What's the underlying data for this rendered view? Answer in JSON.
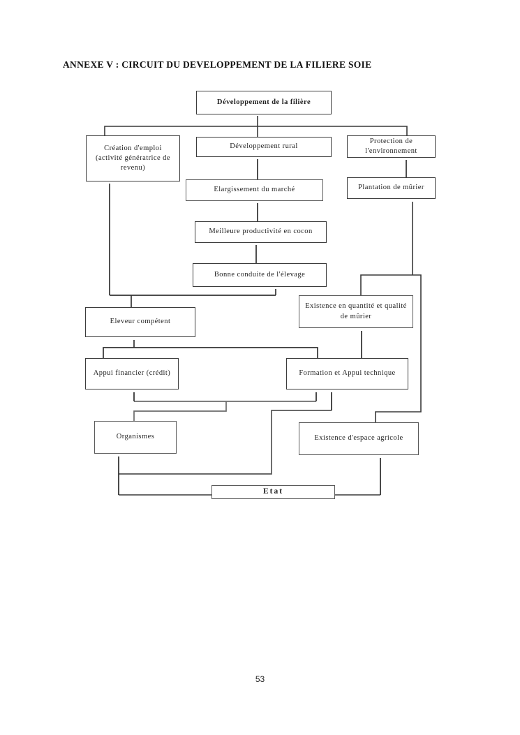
{
  "page": {
    "title": "ANNEXE V : CIRCUIT DU DEVELOPPEMENT DE LA FILIERE SOIE",
    "page_number": "53"
  },
  "nodes": {
    "dev_filiere": {
      "label": "Développement de la filière"
    },
    "creation_emploi": {
      "label": "Création d'emploi (activité génératrice de revenu)"
    },
    "dev_rural": {
      "label": "Développement rural"
    },
    "protection_env": {
      "label": "Protection de l'environnement"
    },
    "elargissement": {
      "label": "Elargissement du marché"
    },
    "plantation": {
      "label": "Plantation de mûrier"
    },
    "meilleure_prod": {
      "label": "Meilleure productivité en cocon"
    },
    "bonne_conduite": {
      "label": "Bonne conduite de l'élevage"
    },
    "existence_murier": {
      "label": "Existence en quantité et qualité de mûrier"
    },
    "eleveur": {
      "label": "Eleveur compétent"
    },
    "appui_financier": {
      "label": "Appui financier (crédit)"
    },
    "formation": {
      "label": "Formation et Appui technique"
    },
    "organismes": {
      "label": "Organismes"
    },
    "existence_espace": {
      "label": "Existence d'espace agricole"
    },
    "etat": {
      "label": "Etat"
    }
  },
  "edges": [
    {
      "from": "creation_emploi",
      "to": "dev_filiere"
    },
    {
      "from": "dev_rural",
      "to": "dev_filiere"
    },
    {
      "from": "protection_env",
      "to": "dev_filiere"
    },
    {
      "from": "elargissement",
      "to": "dev_rural"
    },
    {
      "from": "meilleure_prod",
      "to": "elargissement"
    },
    {
      "from": "bonne_conduite",
      "to": "meilleure_prod"
    },
    {
      "from": "plantation",
      "to": "protection_env"
    },
    {
      "from": "existence_murier",
      "to": "plantation"
    },
    {
      "from": "existence_espace",
      "to": "plantation"
    },
    {
      "from": "eleveur",
      "to": "bonne_conduite"
    },
    {
      "from": "eleveur",
      "to": "creation_emploi"
    },
    {
      "from": "appui_financier",
      "to": "eleveur"
    },
    {
      "from": "formation",
      "to": "eleveur"
    },
    {
      "from": "formation",
      "to": "existence_murier"
    },
    {
      "from": "organismes",
      "to": "appui_financier"
    },
    {
      "from": "organismes",
      "to": "formation"
    },
    {
      "from": "etat",
      "to": "organismes"
    },
    {
      "from": "etat",
      "to": "formation"
    },
    {
      "from": "etat",
      "to": "existence_espace"
    }
  ],
  "colors": {
    "line": "#3a3a3a",
    "line_gray": "#6b6b6b",
    "border": "#3c3c3c",
    "text": "#1c1c1c"
  }
}
